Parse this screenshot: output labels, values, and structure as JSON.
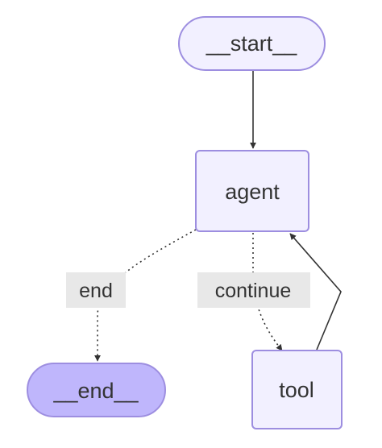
{
  "nodes": {
    "start": {
      "label": "__start__"
    },
    "agent": {
      "label": "agent"
    },
    "tool": {
      "label": "tool"
    },
    "end": {
      "label": "__end__"
    }
  },
  "edges": {
    "start_to_agent": {
      "style": "solid"
    },
    "agent_to_end": {
      "style": "dotted",
      "label": "end"
    },
    "agent_to_tool": {
      "style": "dotted",
      "label": "continue"
    },
    "tool_to_agent": {
      "style": "solid"
    }
  },
  "colors": {
    "node_fill": "#f2f0ff",
    "node_border": "#9d8ee0",
    "terminal_fill": "#bfb6fc",
    "edge": "#333333",
    "label_bg": "#e8e8e8"
  }
}
